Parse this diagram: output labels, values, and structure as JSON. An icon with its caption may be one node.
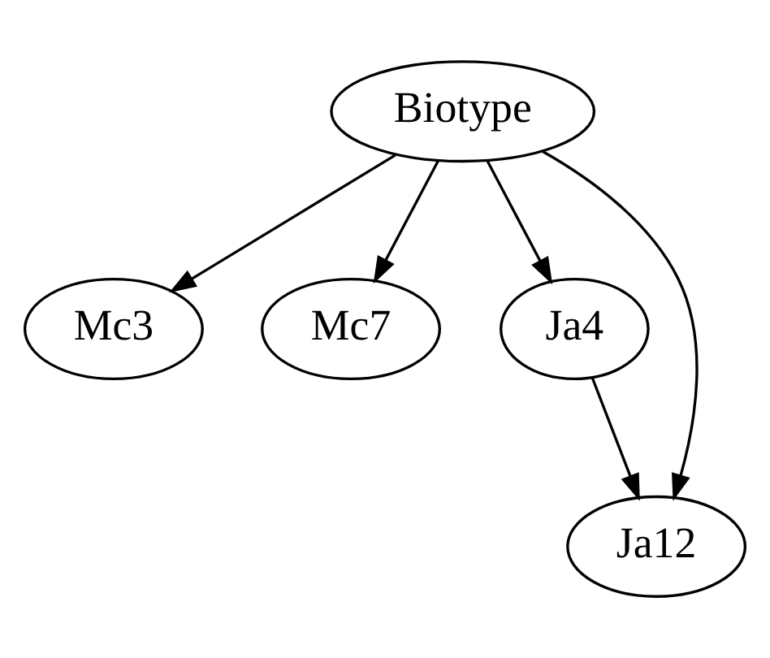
{
  "diagram": {
    "nodes": [
      {
        "text": [
          "Biotype"
        ]
      },
      {
        "text": [
          "Mc3"
        ]
      },
      {
        "text": [
          "Mc7"
        ]
      },
      {
        "text": [
          "Ja4"
        ]
      },
      {
        "text": [
          "Ja12"
        ]
      }
    ],
    "edges": [
      {
        "from": 0,
        "to": 1,
        "arrow": "to"
      },
      {
        "from": 0,
        "to": 2,
        "arrow": "to"
      },
      {
        "from": 0,
        "to": 3,
        "arrow": "to"
      },
      {
        "from": 0,
        "to": 4,
        "arrow": "to"
      },
      {
        "from": 3,
        "to": 4,
        "arrow": "to"
      }
    ]
  }
}
